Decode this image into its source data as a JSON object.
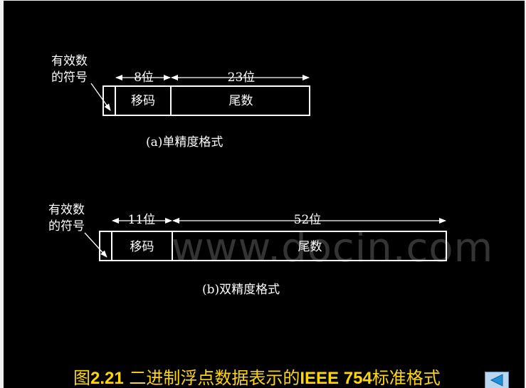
{
  "diagram_a": {
    "sign_label_line1": "有效数",
    "sign_label_line2": "的符号",
    "exponent_bits": "8位",
    "mantissa_bits": "23位",
    "exponent_field": "移码",
    "mantissa_field": "尾数",
    "caption": "(a)单精度格式"
  },
  "diagram_b": {
    "sign_label_line1": "有效数",
    "sign_label_line2": "的符号",
    "exponent_bits": "11位",
    "mantissa_bits": "52位",
    "exponent_field": "移码",
    "mantissa_field": "尾数",
    "caption": "(b)双精度格式"
  },
  "watermark": "www.docin.com",
  "figure_caption": {
    "prefix": "图",
    "number": "2.21",
    "text_mid": " 二进制浮点数据表示的",
    "standard": "IEEE 754",
    "suffix": "标准格式"
  },
  "nav": {
    "back_icon": "triangle-left-icon"
  },
  "colors": {
    "background": "#000000",
    "foreground": "#ffffff",
    "caption": "#ffd700",
    "button": "#b9d6ee"
  }
}
